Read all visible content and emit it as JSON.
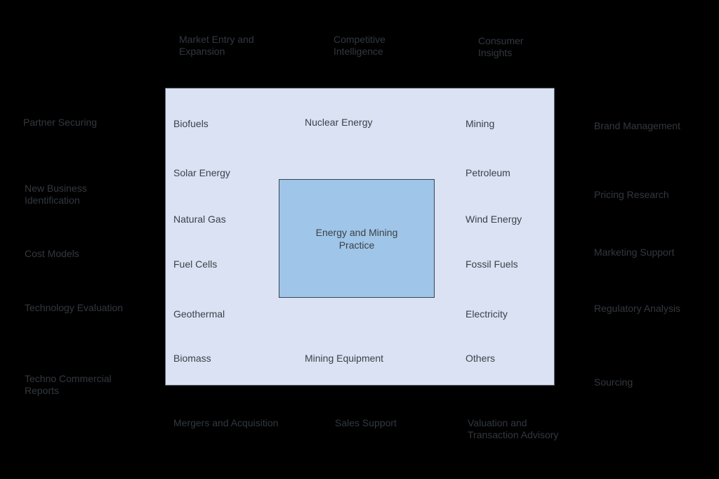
{
  "diagram": {
    "center_label": "Energy and Mining Practice",
    "inner": {
      "left_column": [
        "Biofuels",
        "Solar Energy",
        "Natural Gas",
        "Fuel Cells",
        "Geothermal",
        "Biomass"
      ],
      "middle_column": [
        "Nuclear Energy",
        "Mining Equipment"
      ],
      "right_column": [
        "Mining",
        "Petroleum",
        "Wind Energy",
        "Fossil Fuels",
        "Electricity",
        "Others"
      ]
    },
    "outer_labels": {
      "top": [
        "Market Entry and Expansion",
        "Competitive Intelligence",
        "Consumer Insights"
      ],
      "left": [
        "Partner Securing",
        "New Business Identification",
        "Cost Models",
        "Technology Evaluation",
        "Techno Commercial Reports"
      ],
      "right": [
        "Brand Management",
        "Pricing Research",
        "Marketing Support",
        "Regulatory Analysis",
        "Sourcing"
      ],
      "bottom": [
        "Mergers and Acquisition",
        "Sales Support",
        "Valuation and Transaction Advisory"
      ]
    },
    "colors": {
      "background": "#000000",
      "outer_box_fill": "#dae2f4",
      "center_box_fill": "#9fc5e8",
      "text": "#3d4248"
    }
  }
}
